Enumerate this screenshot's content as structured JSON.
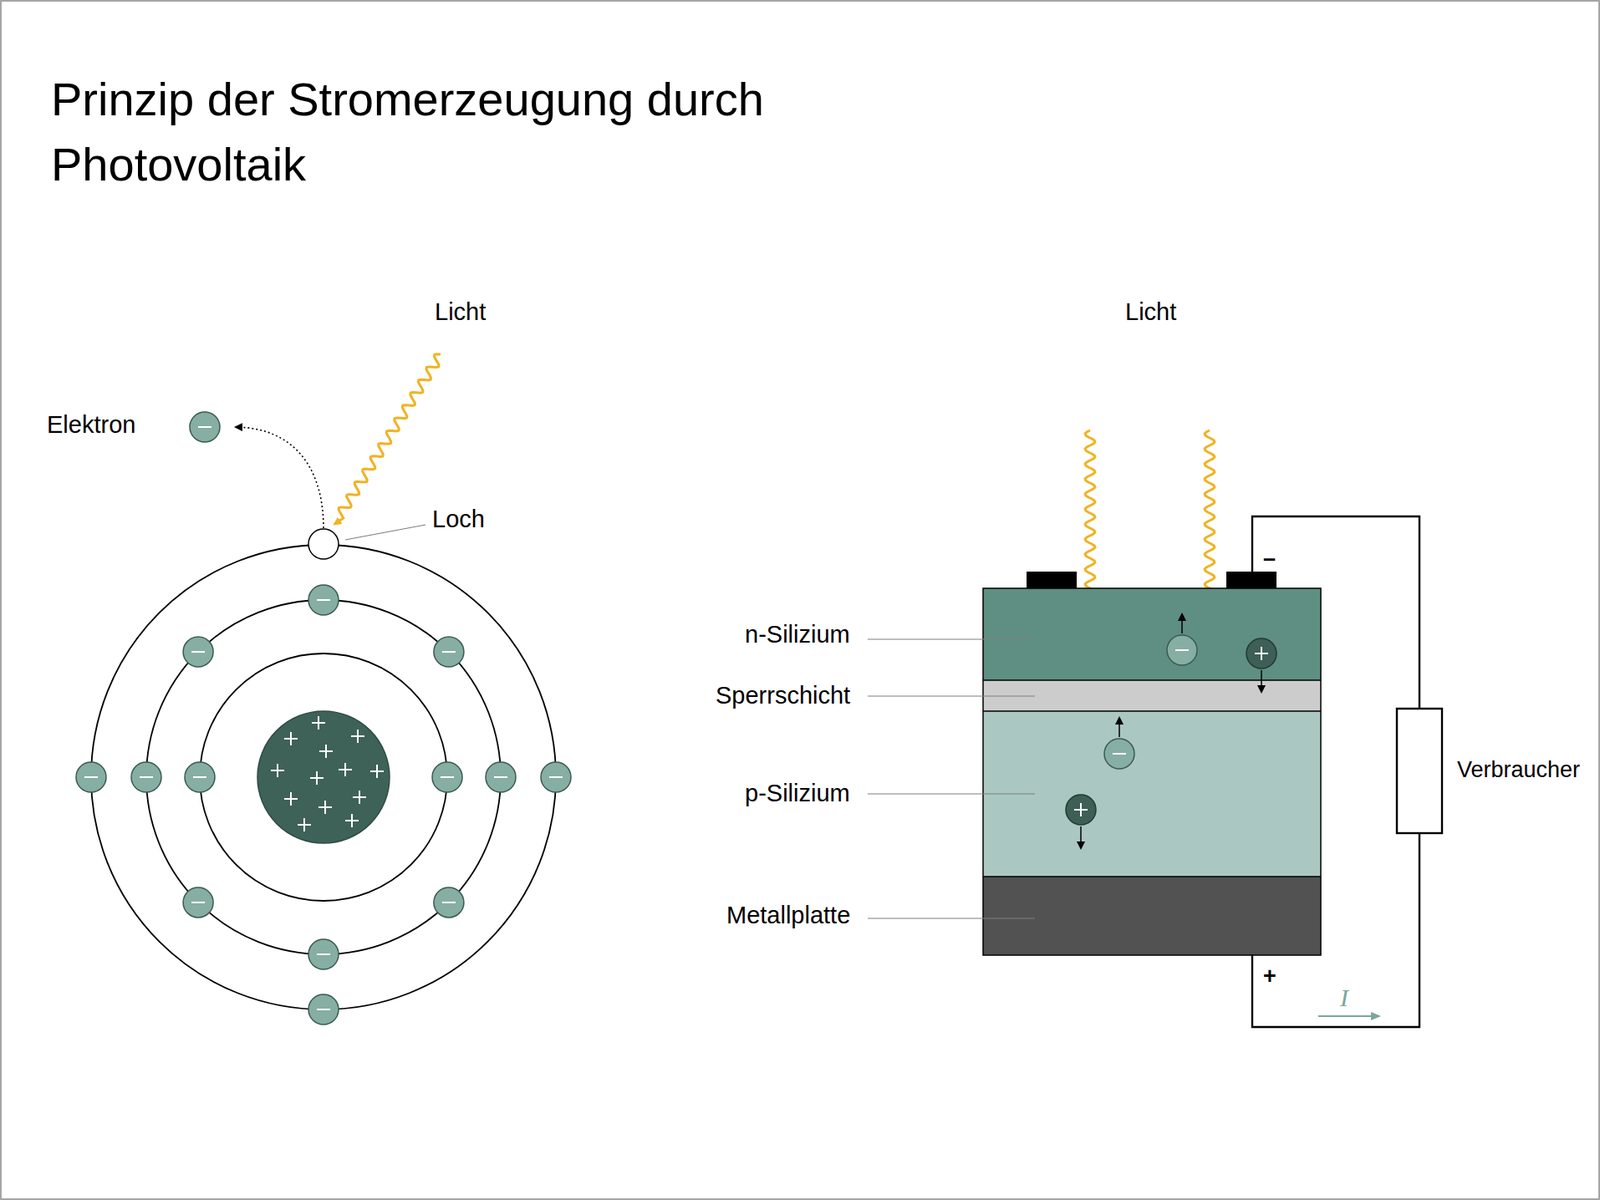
{
  "diagram": {
    "title": "Prinzip der Stromerzeugung durch Photovoltaik",
    "labels": [
      "Licht",
      "Elektron",
      "Loch",
      "Licht",
      "–",
      "n-Silizium",
      "Sperrschicht",
      "p-Silizium",
      "Metallplatte",
      "Verbraucher",
      "+",
      "I"
    ]
  }
}
